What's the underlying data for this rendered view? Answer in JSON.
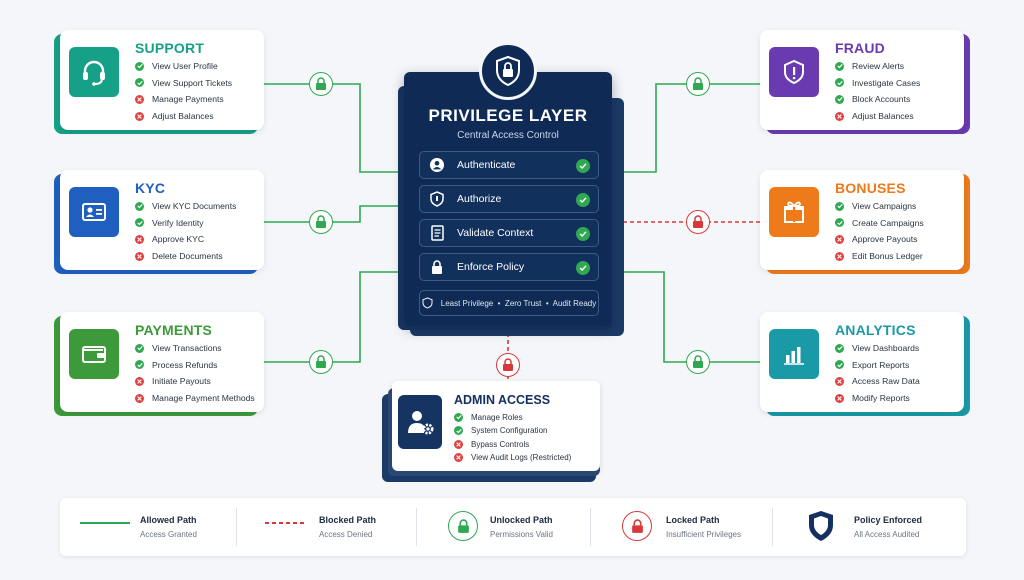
{
  "colors": {
    "allowed": "#2fa851",
    "blocked": "#d8383a",
    "core": "#0f2a55",
    "support": "#16a087",
    "kyc": "#1f5fbf",
    "payments": "#3c9a3a",
    "fraud": "#6a3ab0",
    "bonuses": "#ee7a1a",
    "analytics": "#1a9aa6"
  },
  "core": {
    "title": "PRIVILEGE LAYER",
    "subtitle": "Central Access Control",
    "icon": "shield-lock-icon",
    "steps": [
      {
        "label": "Authenticate",
        "icon": "user-icon"
      },
      {
        "label": "Authorize",
        "icon": "shield-icon"
      },
      {
        "label": "Validate Context",
        "icon": "document-icon"
      },
      {
        "label": "Enforce Policy",
        "icon": "lock-icon"
      }
    ],
    "footer": "Least Privilege  •  Zero Trust  •  Audit Ready"
  },
  "cards": {
    "support": {
      "title": "SUPPORT",
      "icon": "headset-icon",
      "items": [
        {
          "label": "View User Profile",
          "allowed": true
        },
        {
          "label": "View Support Tickets",
          "allowed": true
        },
        {
          "label": "Manage Payments",
          "allowed": false
        },
        {
          "label": "Adjust Balances",
          "allowed": false
        }
      ]
    },
    "kyc": {
      "title": "KYC",
      "icon": "id-card-icon",
      "items": [
        {
          "label": "View KYC Documents",
          "allowed": true
        },
        {
          "label": "Verify Identity",
          "allowed": true
        },
        {
          "label": "Approve KYC",
          "allowed": false
        },
        {
          "label": "Delete Documents",
          "allowed": false
        }
      ]
    },
    "payments": {
      "title": "PAYMENTS",
      "icon": "wallet-icon",
      "items": [
        {
          "label": "View Transactions",
          "allowed": true
        },
        {
          "label": "Process Refunds",
          "allowed": true
        },
        {
          "label": "Initiate Payouts",
          "allowed": false
        },
        {
          "label": "Manage Payment Methods",
          "allowed": false
        }
      ]
    },
    "fraud": {
      "title": "FRAUD",
      "icon": "shield-alert-icon",
      "items": [
        {
          "label": "Review Alerts",
          "allowed": true
        },
        {
          "label": "Investigate Cases",
          "allowed": true
        },
        {
          "label": "Block Accounts",
          "allowed": true
        },
        {
          "label": "Adjust Balances",
          "allowed": false
        }
      ]
    },
    "bonuses": {
      "title": "BONUSES",
      "icon": "gift-icon",
      "items": [
        {
          "label": "View Campaigns",
          "allowed": true
        },
        {
          "label": "Create Campaigns",
          "allowed": true
        },
        {
          "label": "Approve Payouts",
          "allowed": false
        },
        {
          "label": "Edit Bonus Ledger",
          "allowed": false
        }
      ]
    },
    "analytics": {
      "title": "ANALYTICS",
      "icon": "bar-chart-icon",
      "items": [
        {
          "label": "View Dashboards",
          "allowed": true
        },
        {
          "label": "Export Reports",
          "allowed": true
        },
        {
          "label": "Access Raw Data",
          "allowed": false
        },
        {
          "label": "Modify Reports",
          "allowed": false
        }
      ]
    }
  },
  "admin": {
    "title": "ADMIN ACCESS",
    "icon": "admin-gear-icon",
    "items": [
      {
        "label": "Manage Roles",
        "allowed": true
      },
      {
        "label": "System Configuration",
        "allowed": true
      },
      {
        "label": "Bypass Controls",
        "allowed": false
      },
      {
        "label": "View Audit Logs (Restricted)",
        "allowed": false
      }
    ]
  },
  "legend": [
    {
      "title": "Allowed Path",
      "desc": "Access Granted",
      "icon": "green-line"
    },
    {
      "title": "Blocked Path",
      "desc": "Access Denied",
      "icon": "red-dashed-line"
    },
    {
      "title": "Unlocked Path",
      "desc": "Permissions Valid",
      "icon": "green-lock-icon"
    },
    {
      "title": "Locked Path",
      "desc": "Insufficient Privileges",
      "icon": "red-lock-icon"
    },
    {
      "title": "Policy Enforced",
      "desc": "All Access Audited",
      "icon": "shield-icon"
    }
  ]
}
